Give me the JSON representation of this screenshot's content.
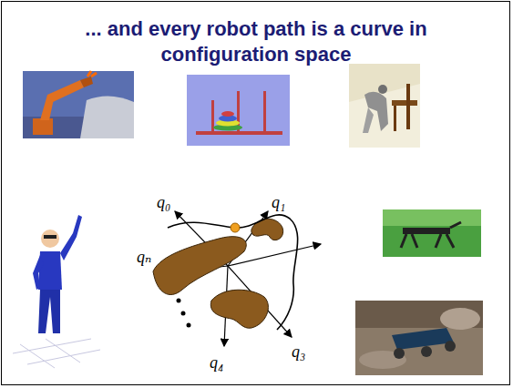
{
  "diagram": {
    "title": "... and every robot path is a curve in configuration space",
    "labels": [
      "q₀",
      "q₁",
      "qₙ",
      "q₃",
      "q₄"
    ]
  }
}
